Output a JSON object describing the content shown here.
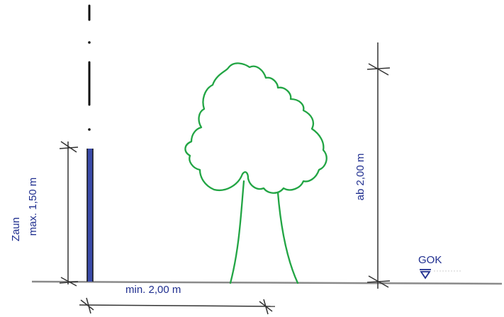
{
  "labels": {
    "fence_title": "Zaun",
    "fence_height": "max. 1,50 m",
    "distance": "min. 2,00 m",
    "tree_height": "ab 2,00 m",
    "ground_level": "GOK"
  },
  "colors": {
    "ink": "#1f2e8f",
    "tree": "#22a544",
    "ground": "#8a8a8a",
    "fence_post": "#3a4aa8"
  }
}
